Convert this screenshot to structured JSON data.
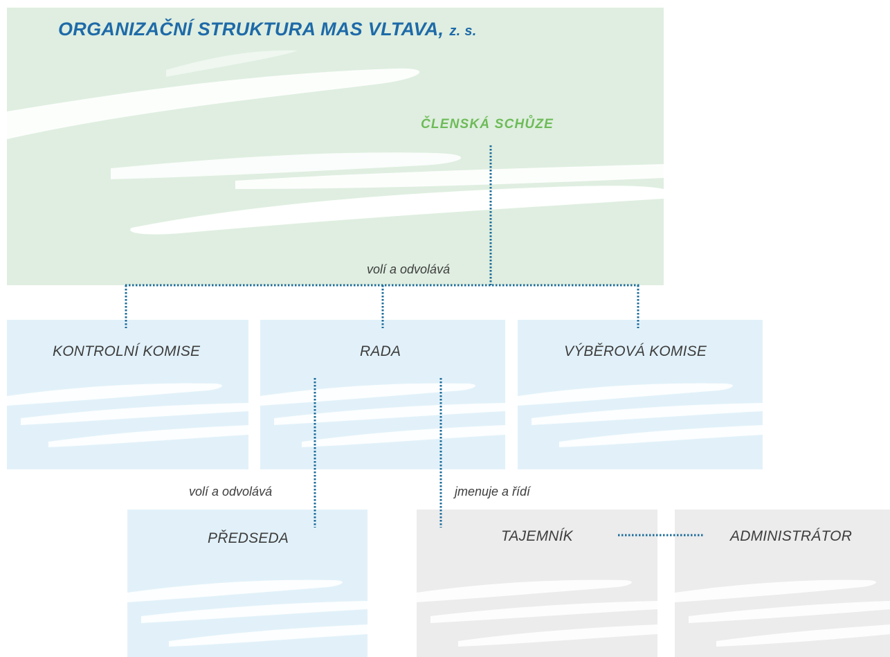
{
  "title": {
    "main": "ORGANIZAČNÍ STRUKTURA MAS VLTAVA,",
    "suffix": "z. s."
  },
  "nodes": {
    "clenska_schuze": "ČLENSKÁ SCHŮZE",
    "kontrolni_komise": "KONTROLNÍ KOMISE",
    "rada": "RADA",
    "vyberova_komise": "VÝBĚROVÁ KOMISE",
    "predseda": "PŘEDSEDA",
    "tajemnik": "TAJEMNÍK",
    "administrator": "ADMINISTRÁTOR"
  },
  "edges": {
    "schuze_to_organs": "volí a odvolává",
    "rada_to_predseda": "volí a odvolává",
    "rada_to_tajemnik": "jmenuje a řídí"
  },
  "colors": {
    "title": "#1e6aa8",
    "root_label": "#6dbb58",
    "connector": "#1c6c9a",
    "panel_green": "#dfeee0",
    "panel_blue": "#e2f1f9",
    "panel_gray": "#ececed"
  }
}
